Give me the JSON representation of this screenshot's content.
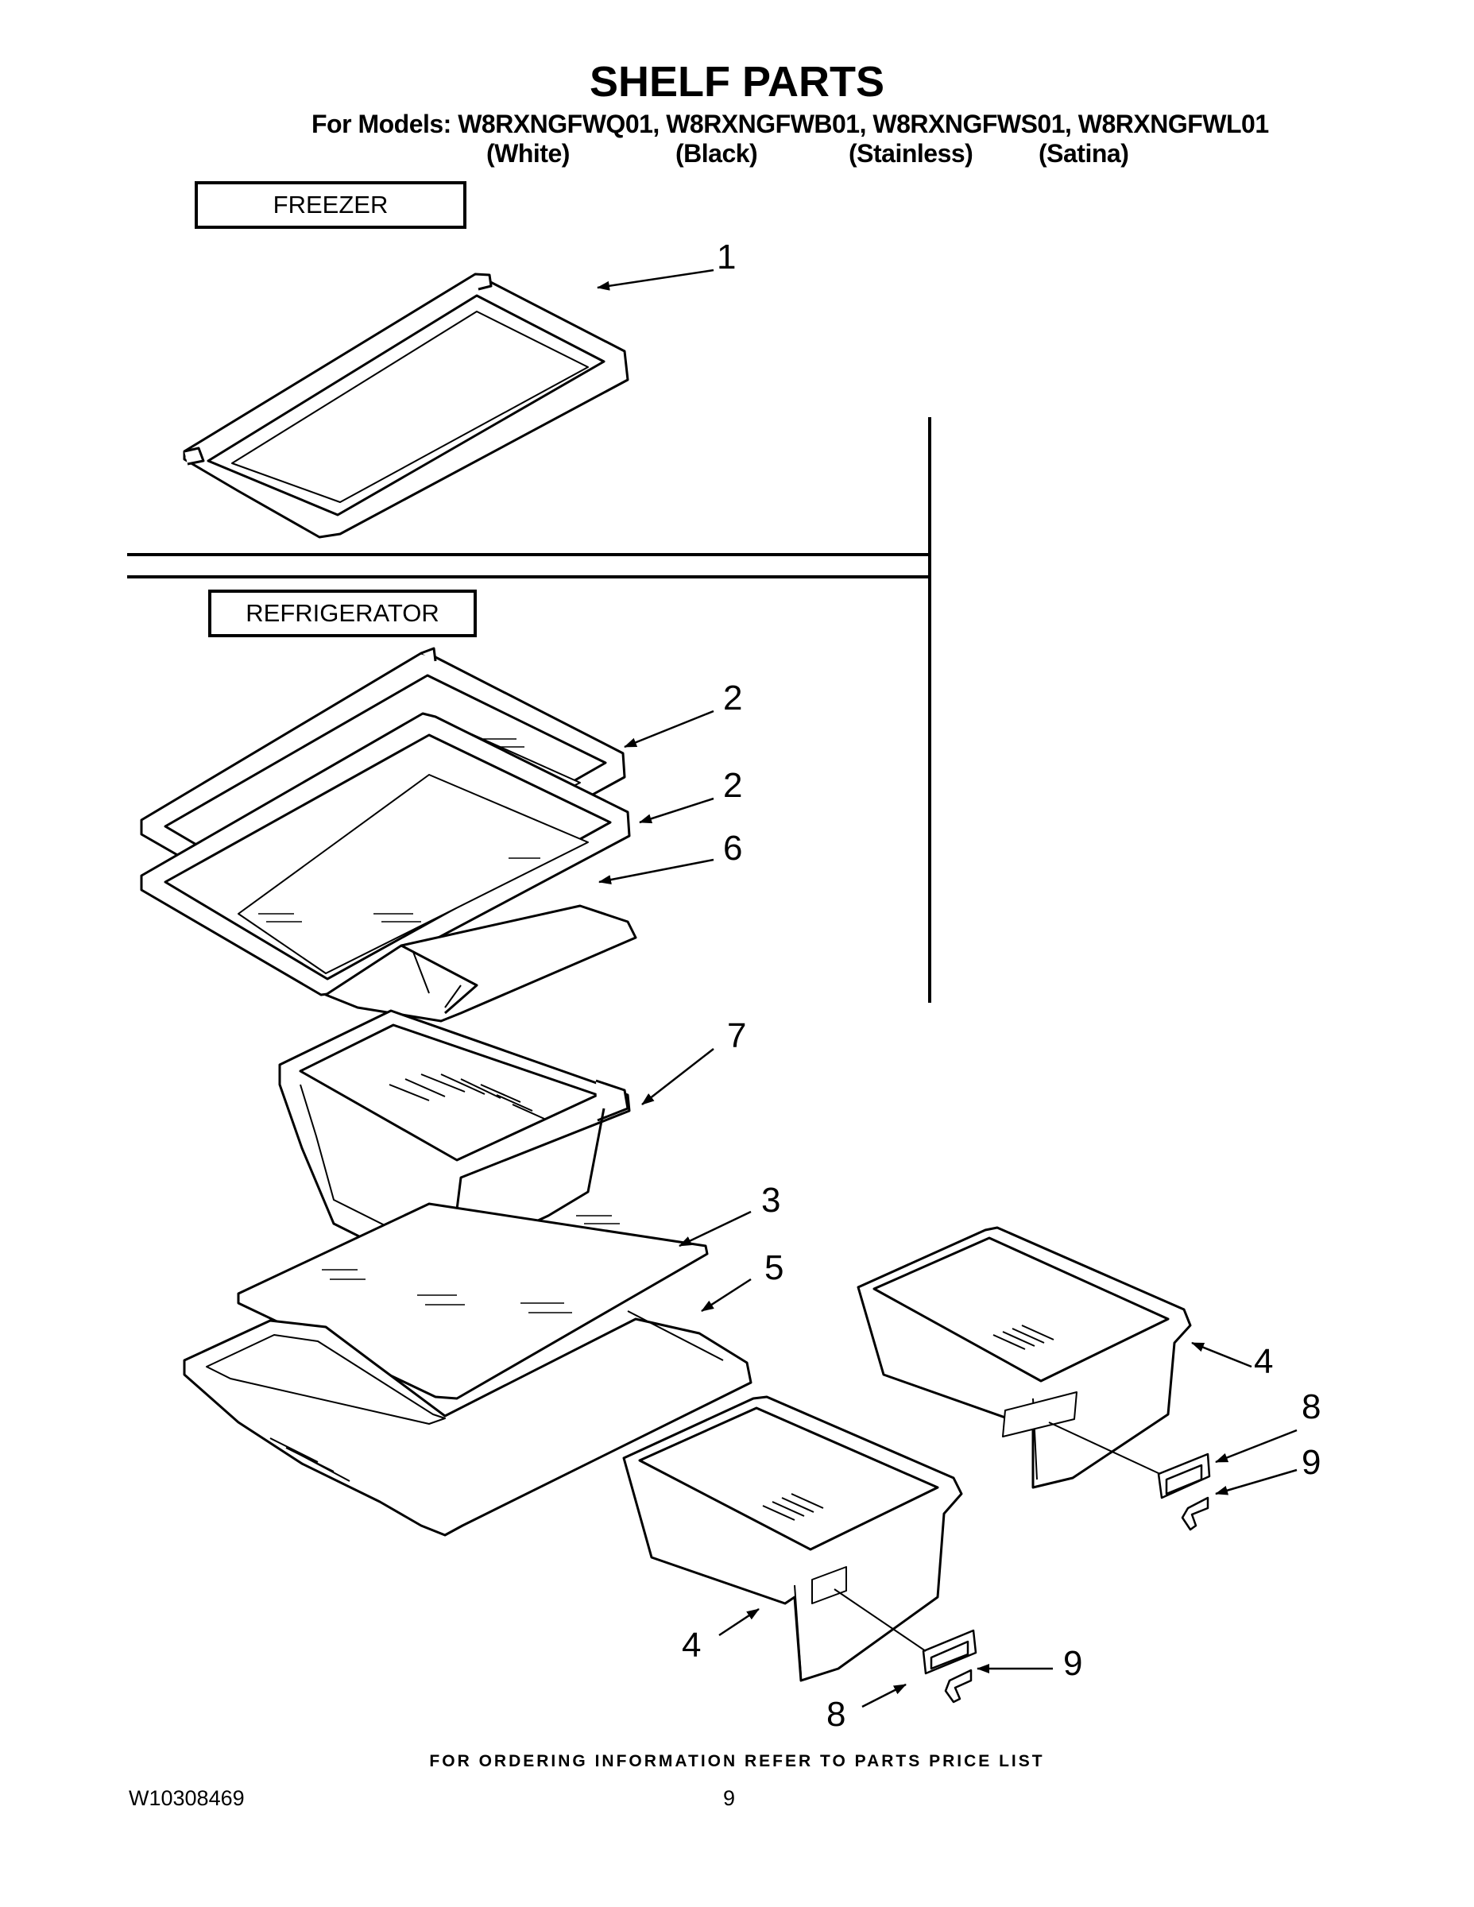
{
  "header": {
    "title": "SHELF PARTS",
    "models_line": "For Models: W8RXNGFWQ01, W8RXNGFWB01, W8RXNGFWS01, W8RXNGFWL01",
    "variants": [
      "(White)",
      "(Black)",
      "(Stainless)",
      "(Satina)"
    ]
  },
  "sections": {
    "freezer": "FREEZER",
    "refrigerator": "REFRIGERATOR"
  },
  "callouts": [
    "1",
    "2",
    "2",
    "6",
    "7",
    "3",
    "5",
    "4",
    "8",
    "9",
    "4",
    "9",
    "8"
  ],
  "footer": {
    "ordering_note": "FOR ORDERING INFORMATION REFER TO PARTS PRICE LIST",
    "document_number": "W10308469",
    "page_number": "9"
  }
}
